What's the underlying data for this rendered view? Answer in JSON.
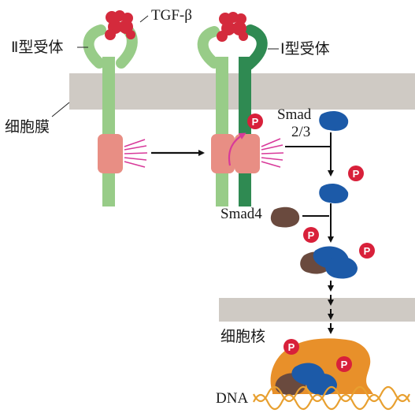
{
  "labels": {
    "ligand": "TGF-β",
    "type2_receptor": "Ⅱ型受体",
    "type1_receptor": "Ⅰ型受体",
    "cell_membrane": "细胞膜",
    "smad23_line1": "Smad",
    "smad23_line2": "2/3",
    "smad4": "Smad4",
    "nucleus": "细胞核",
    "dna": "DNA",
    "phosphate": "P"
  },
  "colors": {
    "ligand_red": "#d42a3c",
    "receptor_light_green": "#98cc88",
    "receptor_dark_green": "#2f8a52",
    "kinase_salmon": "#e88e84",
    "signal_magenta": "#d83a9a",
    "smad23_blue": "#1c5aa8",
    "smad4_brown": "#6a4a3e",
    "phosphate_red": "#d8203a",
    "membrane_grey": "#cfcac4",
    "transcription_orange": "#e8902a",
    "dna_orange": "#e8a030"
  },
  "icons": [
    "tgf-beta-ligand-icon",
    "phosphate-icon",
    "dna-helix-icon"
  ]
}
